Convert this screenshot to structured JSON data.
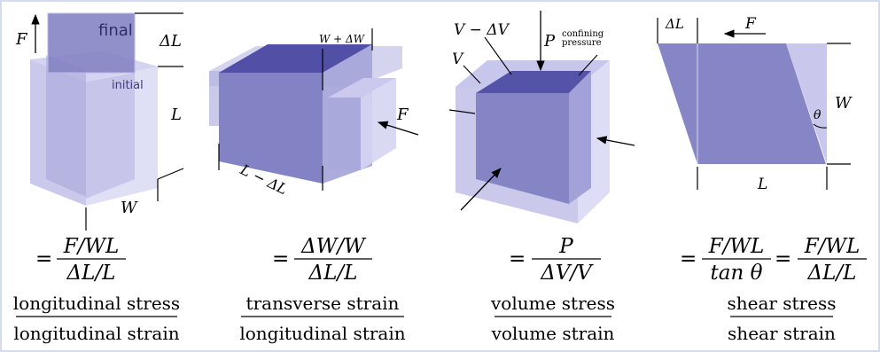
{
  "colors": {
    "face_front": "#8a89c7",
    "face_top": "#5d5cae",
    "ghost": "#c9c8ea",
    "line": "#000000",
    "frame": "#d3dbef"
  },
  "panel1": {
    "label_final": "final",
    "label_initial": "initial",
    "F": "F",
    "dL": "ΔL",
    "L": "L",
    "W": "W",
    "formula": {
      "eq": "=",
      "num": "F/WL",
      "den": "ΔL/L",
      "word_num": "longitudinal stress",
      "word_den": "longitudinal strain"
    }
  },
  "panel2": {
    "WdW": "W + ΔW",
    "F": "F",
    "LdL": "L − ΔL",
    "formula": {
      "eq": "=",
      "num": "ΔW/W",
      "den": "ΔL/L",
      "word_num": "transverse strain",
      "word_den": "longitudinal strain"
    }
  },
  "panel3": {
    "VdV": "V − ΔV",
    "V": "V",
    "P": "P",
    "confining_1": "confining",
    "confining_2": "pressure",
    "formula": {
      "eq": "=",
      "num": "P",
      "den": "ΔV/V",
      "word_num": "volume stress",
      "word_den": "volume strain"
    }
  },
  "panel4": {
    "dL": "ΔL",
    "F": "F",
    "W": "W",
    "theta": "θ",
    "L": "L",
    "formula": {
      "eq1": "=",
      "num1": "F/WL",
      "den1": "tan θ",
      "eq2": "=",
      "num2": "F/WL",
      "den2": "ΔL/L",
      "word_num": "shear stress",
      "word_den": "shear strain"
    }
  }
}
